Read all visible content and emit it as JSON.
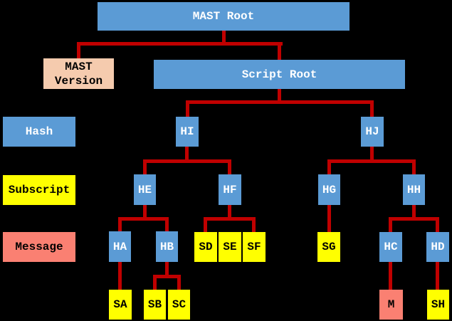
{
  "diagram": {
    "colors": {
      "hash_blue": "#5B9BD5",
      "subscript_yellow": "#FFFF00",
      "message_salmon": "#FA8072",
      "version_peach": "#F5CBAE",
      "connector_red": "#C00000",
      "background": "#000000",
      "text_on_blue": "#FFFFFF",
      "text_on_light": "#000000"
    },
    "nodes": {
      "mast_root": {
        "label": "MAST Root"
      },
      "mast_version": {
        "label": "MAST\nVersion"
      },
      "script_root": {
        "label": "Script Root"
      },
      "hash_legend": {
        "label": "Hash"
      },
      "subscript_legend": {
        "label": "Subscript"
      },
      "message_legend": {
        "label": "Message"
      },
      "hi": {
        "label": "HI"
      },
      "hj": {
        "label": "HJ"
      },
      "he": {
        "label": "HE"
      },
      "hf": {
        "label": "HF"
      },
      "hg": {
        "label": "HG"
      },
      "hh": {
        "label": "HH"
      },
      "ha": {
        "label": "HA"
      },
      "hb": {
        "label": "HB"
      },
      "sd": {
        "label": "SD"
      },
      "se": {
        "label": "SE"
      },
      "sf": {
        "label": "SF"
      },
      "sg": {
        "label": "SG"
      },
      "hc": {
        "label": "HC"
      },
      "hd": {
        "label": "HD"
      },
      "sa": {
        "label": "SA"
      },
      "sb": {
        "label": "SB"
      },
      "sc": {
        "label": "SC"
      },
      "m": {
        "label": "M"
      },
      "sh": {
        "label": "SH"
      }
    },
    "edges": [
      {
        "from": "MAST Root",
        "to": "MAST Version"
      },
      {
        "from": "MAST Root",
        "to": "Script Root"
      },
      {
        "from": "Script Root",
        "to": "HI"
      },
      {
        "from": "Script Root",
        "to": "HJ"
      },
      {
        "from": "HI",
        "to": "HE"
      },
      {
        "from": "HI",
        "to": "HF"
      },
      {
        "from": "HJ",
        "to": "HG"
      },
      {
        "from": "HJ",
        "to": "HH"
      },
      {
        "from": "HE",
        "to": "HA"
      },
      {
        "from": "HE",
        "to": "HB"
      },
      {
        "from": "HF",
        "to": "SD"
      },
      {
        "from": "HF",
        "to": "SF"
      },
      {
        "from": "HG",
        "to": "SG"
      },
      {
        "from": "HH",
        "to": "HC"
      },
      {
        "from": "HH",
        "to": "HD"
      },
      {
        "from": "HA",
        "to": "SA"
      },
      {
        "from": "HB",
        "to": "SB"
      },
      {
        "from": "HB",
        "to": "SC"
      },
      {
        "from": "HC",
        "to": "M"
      },
      {
        "from": "HD",
        "to": "SH"
      }
    ]
  }
}
